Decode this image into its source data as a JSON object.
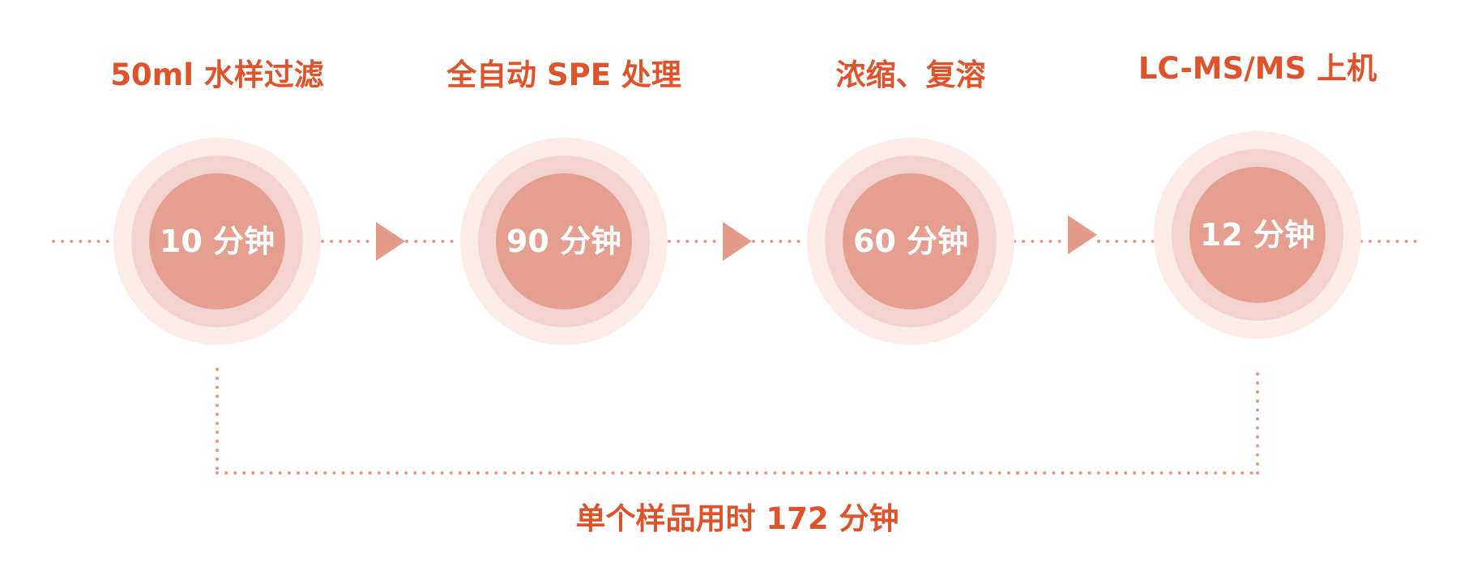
{
  "colors": {
    "title_text": "#e0522a",
    "dotted_line": "#e39a88",
    "arrow": "#e39a88",
    "ring_outer": "#fbece9",
    "ring_middle": "#f4d3ce",
    "ring_inner": "#e59e8f",
    "time_text": "#ffffff"
  },
  "steps": [
    {
      "title": "50ml 水样过滤",
      "time": "10 分钟"
    },
    {
      "title": "全自动 SPE 处理",
      "time": "90 分钟"
    },
    {
      "title": "浓缩、复溶",
      "time": "60 分钟"
    },
    {
      "title": "LC-MS/MS 上机",
      "time": "12 分钟"
    }
  ],
  "total": {
    "label": "单个样品用时 172 分钟"
  }
}
